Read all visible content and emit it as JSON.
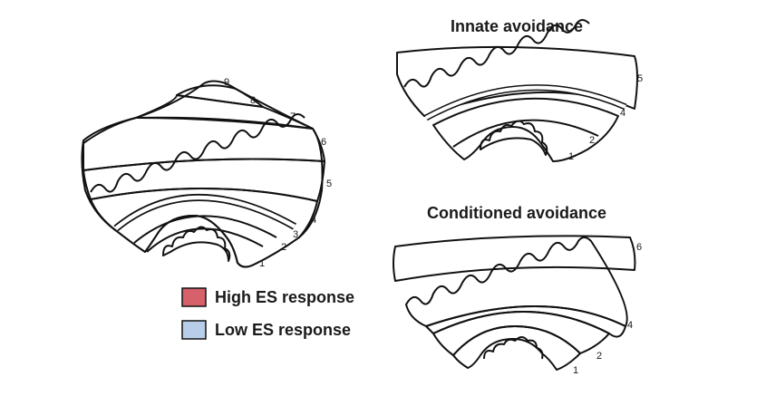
{
  "colors": {
    "high": "#d6616b",
    "low": "#b8cde8",
    "outline": "#111111",
    "blank": "#ffffff"
  },
  "legend": {
    "high_label": "High ES response",
    "low_label": "Low ES response"
  },
  "panels": {
    "innate": {
      "title": "Innate avoidance"
    },
    "conditioned": {
      "title": "Conditioned avoidance"
    }
  },
  "labels": {
    "left": [
      "1",
      "2",
      "3",
      "4",
      "5",
      "6",
      "7",
      "8",
      "9"
    ],
    "innate": [
      "1",
      "2",
      "4",
      "5"
    ],
    "conditioned": [
      "1",
      "2",
      "4",
      "6"
    ]
  }
}
